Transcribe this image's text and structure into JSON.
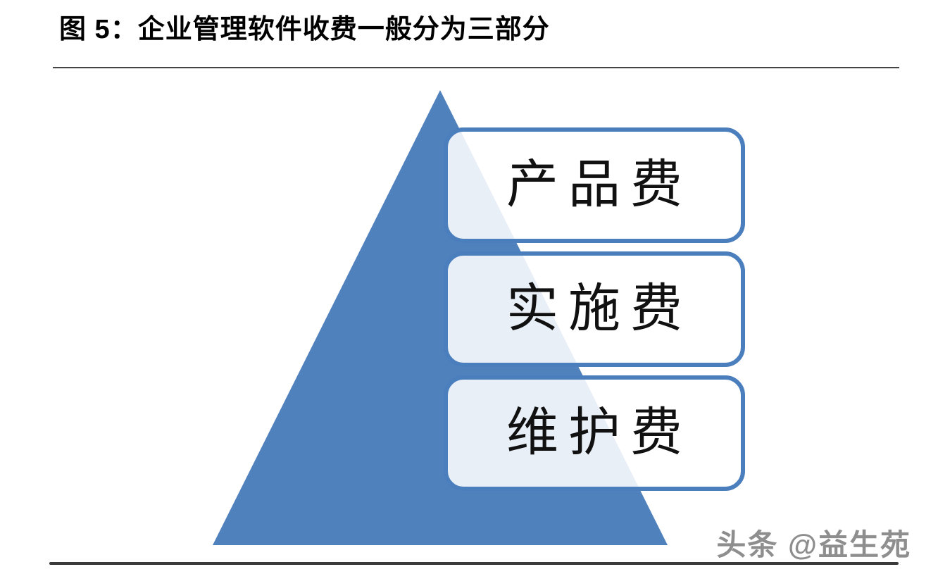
{
  "figure": {
    "diagram_type": "pyramid-with-three-callouts",
    "title": "图 5：企业管理软件收费一般分为三部分",
    "items": [
      {
        "id": "product-fee",
        "label": "产品费"
      },
      {
        "id": "implementation-fee",
        "label": "实施费"
      },
      {
        "id": "maintenance-fee",
        "label": "维护费"
      }
    ],
    "watermark": "头条 @益生苑",
    "colors": {
      "pyramid_blue": "#4f81bd",
      "box_border_blue": "#4a7ebc",
      "box_fill": "rgba(255,255,255,0.87)",
      "divider_dark": "#3a3a3a",
      "watermark_gray": "#8e8e8e",
      "label_text": "#111111"
    }
  }
}
